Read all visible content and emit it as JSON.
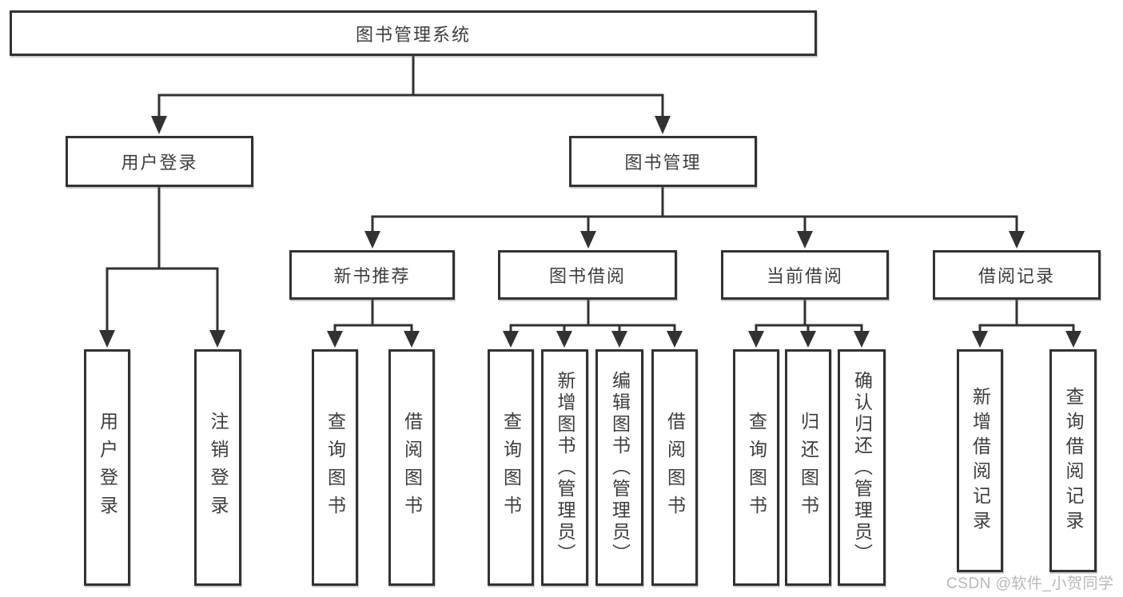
{
  "diagram_type": "hierarchy-tree",
  "colors": {
    "line": "#323232",
    "text": "#3d3d3d",
    "background": "#ffffff",
    "watermark": "#b7b7b7"
  },
  "watermark": "CSDN @软件_小贺同学",
  "tree": {
    "root": {
      "label": "图书管理系统",
      "children": [
        {
          "label": "用户登录",
          "children": [
            {
              "label": "用户登录"
            },
            {
              "label": "注销登录"
            }
          ]
        },
        {
          "label": "图书管理",
          "children": [
            {
              "label": "新书推荐",
              "children": [
                {
                  "label": "查询图书"
                },
                {
                  "label": "借阅图书"
                }
              ]
            },
            {
              "label": "图书借阅",
              "children": [
                {
                  "label": "查询图书"
                },
                {
                  "label": "新增图书（管理员）"
                },
                {
                  "label": "编辑图书（管理员）"
                },
                {
                  "label": "借阅图书"
                }
              ]
            },
            {
              "label": "当前借阅",
              "children": [
                {
                  "label": "查询图书"
                },
                {
                  "label": "归还图书"
                },
                {
                  "label": "确认归还（管理员）"
                }
              ]
            },
            {
              "label": "借阅记录",
              "children": [
                {
                  "label": "新增借阅记录"
                },
                {
                  "label": "查询借阅记录"
                }
              ]
            }
          ]
        }
      ]
    }
  }
}
